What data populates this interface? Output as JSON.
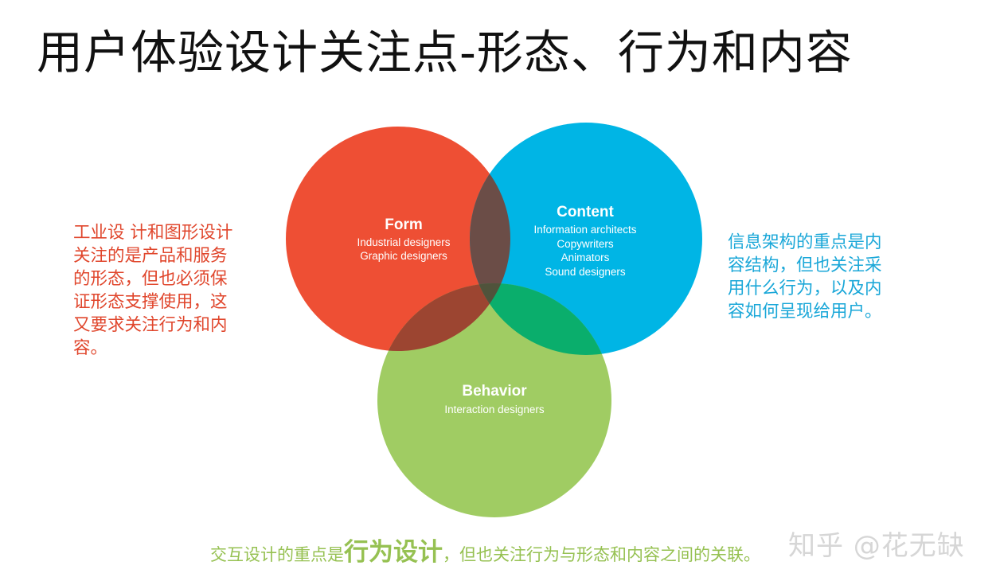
{
  "title": "用户体验设计关注点-形态、行为和内容",
  "venn": {
    "colors": {
      "form": "#ee4f34",
      "content": "#00b5e5",
      "behavior": "#a0cc63",
      "form_content": "#6b4d47",
      "form_behavior": "#9c4531",
      "content_behavior": "#0aae6c",
      "center": "#50533b"
    },
    "form": {
      "title": "Form",
      "lines": [
        "Industrial designers",
        "Graphic designers"
      ]
    },
    "content": {
      "title": "Content",
      "lines": [
        "Information architects",
        "Copywriters",
        "Animators",
        "Sound designers"
      ]
    },
    "behavior": {
      "title": "Behavior",
      "lines": [
        "Interaction designers"
      ]
    }
  },
  "left_note": "工业设 计和图形设计\n关注的是产品和服务\n的形态，但也必须保\n证形态支撑使用，这\n又要求关注行为和内\n容。",
  "right_note": "信息架构的重点是内\n容结构，但也关注采\n用什么行为，以及内\n容如何呈现给用户。",
  "bottom_note": {
    "prefix": "交互设计的重点是",
    "emphasis": "行为设计",
    "suffix": "，但也关注行为与形态和内容之间的关联。"
  },
  "watermark": "知乎 @花无缺"
}
